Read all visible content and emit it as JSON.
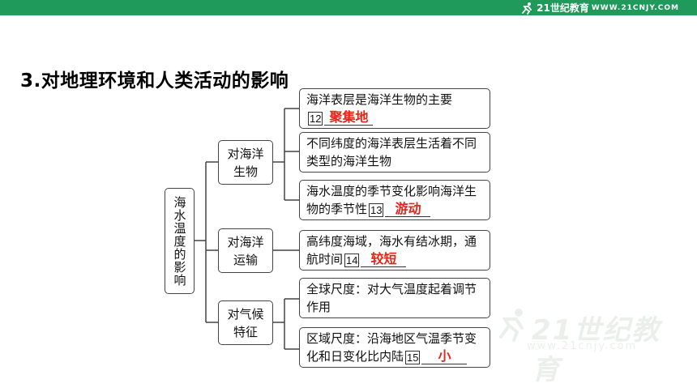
{
  "header": {
    "logo_text": "21世纪教育",
    "logo_sub": "WWW.21CNJY.COM",
    "logo_icon": "running-figure-icon"
  },
  "title": "3.对地理环境和人类活动的影响",
  "root": {
    "label": "海水温度的影响"
  },
  "categories": [
    {
      "label": [
        "对海洋",
        "生物"
      ],
      "items": [
        {
          "text": "海洋表层是海洋生物的主要",
          "blank_num": "12",
          "answer": "聚集地"
        },
        {
          "text": "不同纬度的海洋表层生活着不同类型的海洋生物"
        },
        {
          "text": "海水温度的季节变化影响海洋生物的季节性",
          "blank_num": "13",
          "answer": "游动"
        }
      ]
    },
    {
      "label": [
        "对海洋",
        "运输"
      ],
      "items": [
        {
          "text": "高纬度海域，海水有结冰期，通航时间",
          "blank_num": "14",
          "answer": "较短"
        }
      ]
    },
    {
      "label": [
        "对气候",
        "特征"
      ],
      "items": [
        {
          "text": "全球尺度：对大气温度起着调节作用"
        },
        {
          "text": "区域尺度：沿海地区气温季节变化和日变化比内陆",
          "blank_num": "15",
          "answer": "小"
        }
      ]
    }
  ],
  "watermark": {
    "main": "21世纪教育",
    "url": "www.21cnjy.com"
  },
  "colors": {
    "header_bar": "#1f9a5b",
    "answer_text": "#e8231a",
    "box_border": "#444444"
  }
}
